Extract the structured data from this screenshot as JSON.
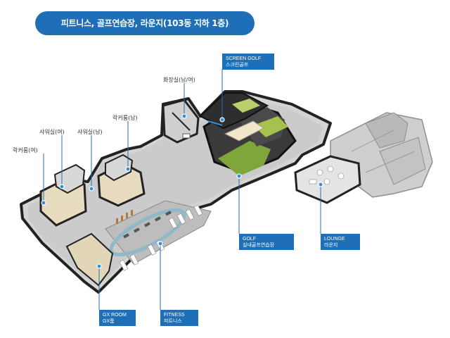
{
  "title": "피트니스, 골프연습장, 라운지(103동 지하 1층)",
  "callouts": {
    "screen_golf": {
      "en": "SCREEN GOLF",
      "ko": "스크린골프"
    },
    "golf": {
      "en": "GOLF",
      "ko": "실내골프연습장"
    },
    "lounge": {
      "en": "LOUNGE",
      "ko": "라운지"
    },
    "gx_room": {
      "en": "GX ROOM",
      "ko": "GX룸"
    },
    "fitness": {
      "en": "FITNESS",
      "ko": "피트니스"
    }
  },
  "labels": {
    "restroom": "화장실(남/여)",
    "locker_male": "락커룸(남)",
    "shower_female": "샤워실(여)",
    "shower_male": "샤워실(남)",
    "locker_female": "락커룸(여)"
  },
  "colors": {
    "accent": "#1f6fb8",
    "marker": "#2f8fd8",
    "wall": "#2b2b2b",
    "floor": "#c9c9c9",
    "wood": "#e8dcc0"
  }
}
